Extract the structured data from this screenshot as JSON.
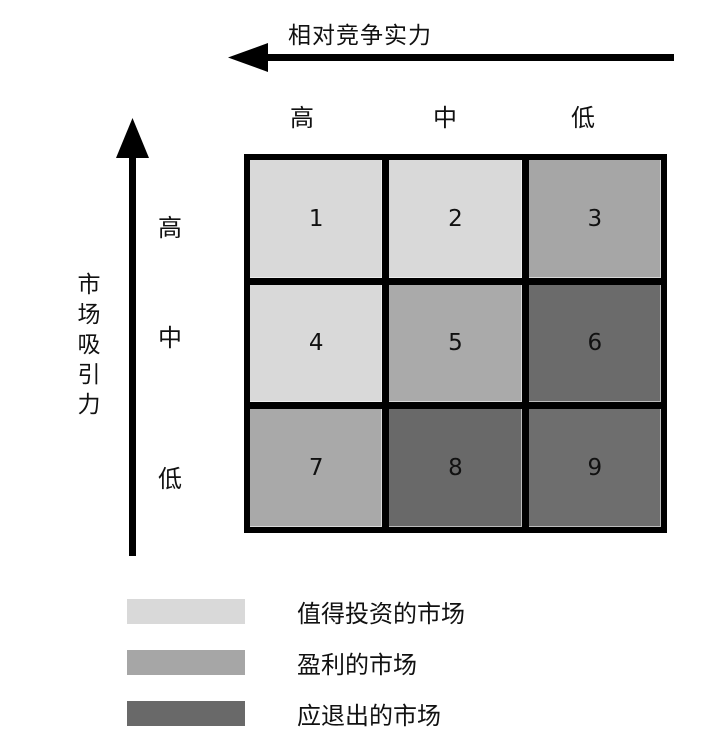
{
  "diagram": {
    "type": "ge-mckinsey-matrix",
    "x_axis": {
      "title": "相对竞争实力",
      "arrow_direction": "left",
      "categories": [
        "高",
        "中",
        "低"
      ]
    },
    "y_axis": {
      "title": "市场吸引力",
      "title_chars": [
        "市",
        "场",
        "吸",
        "引",
        "力"
      ],
      "arrow_direction": "up",
      "categories": [
        "高",
        "中",
        "低"
      ]
    },
    "cells": [
      {
        "number": "1",
        "row": "高",
        "col": "高",
        "fill": "#d9d9d9",
        "category": "值得投资的市场"
      },
      {
        "number": "2",
        "row": "高",
        "col": "中",
        "fill": "#d9d9d9",
        "category": "值得投资的市场"
      },
      {
        "number": "3",
        "row": "高",
        "col": "低",
        "fill": "#a6a6a6",
        "category": "盈利的市场"
      },
      {
        "number": "4",
        "row": "中",
        "col": "高",
        "fill": "#d9d9d9",
        "category": "值得投资的市场"
      },
      {
        "number": "5",
        "row": "中",
        "col": "中",
        "fill": "#aaaaaa",
        "category": "盈利的市场"
      },
      {
        "number": "6",
        "row": "中",
        "col": "低",
        "fill": "#6b6b6b",
        "category": "应退出的市场"
      },
      {
        "number": "7",
        "row": "低",
        "col": "高",
        "fill": "#a9a9a9",
        "category": "盈利的市场"
      },
      {
        "number": "8",
        "row": "低",
        "col": "中",
        "fill": "#696969",
        "category": "应退出的市场"
      },
      {
        "number": "9",
        "row": "低",
        "col": "低",
        "fill": "#6e6e6e",
        "category": "应退出的市场"
      }
    ],
    "legend": [
      {
        "label": "值得投资的市场",
        "color": "#d9d9d9"
      },
      {
        "label": "盈利的市场",
        "color": "#a6a6a6"
      },
      {
        "label": "应退出的市场",
        "color": "#696969"
      }
    ]
  }
}
